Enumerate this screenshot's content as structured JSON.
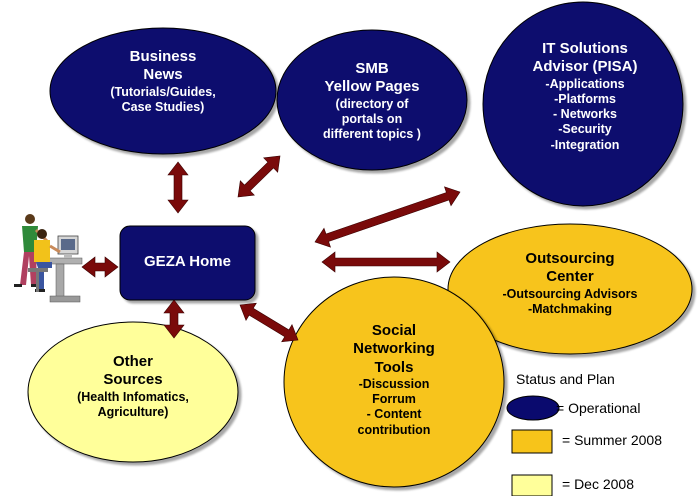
{
  "colors": {
    "operational": "#0a0a6e",
    "summer_2008": "#f7c41a",
    "dec_2008": "#ffff9a",
    "arrow": "#7a0a0a",
    "home": "#0a0a6e"
  },
  "nodes": {
    "home": {
      "label": "GEZA Home",
      "status": "operational"
    },
    "business_news": {
      "title": [
        "Business",
        "News"
      ],
      "details": [
        "(Tutorials/Guides,",
        "Case Studies)"
      ],
      "status": "operational"
    },
    "smb_yellow_pages": {
      "title": [
        "SMB",
        "Yellow Pages"
      ],
      "details": [
        "(directory of",
        "portals on",
        "different topics )"
      ],
      "status": "operational"
    },
    "it_solutions": {
      "title": [
        "IT Solutions",
        "Advisor (PISA)"
      ],
      "details": [
        "-Applications",
        "-Platforms",
        "- Networks",
        "-Security",
        "-Integration"
      ],
      "status": "operational"
    },
    "outsourcing": {
      "title": [
        "Outsourcing",
        "Center"
      ],
      "details": [
        "-Outsourcing Advisors",
        "-Matchmaking"
      ],
      "status": "summer_2008"
    },
    "social_networking": {
      "title": [
        "Social",
        "Networking",
        "Tools"
      ],
      "details": [
        "-Discussion",
        "Forrum",
        "- Content",
        "contribution"
      ],
      "status": "summer_2008"
    },
    "other_sources": {
      "title": [
        "Other",
        "Sources"
      ],
      "details": [
        "(Health Infomatics,",
        "Agriculture)"
      ],
      "status": "dec_2008"
    }
  },
  "person_icon": "computer-user-illustration",
  "legend": {
    "title": "Status and Plan",
    "items": [
      {
        "label": "= Operational",
        "status": "operational"
      },
      {
        "label": "= Summer 2008",
        "status": "summer_2008"
      },
      {
        "label": "= Dec 2008",
        "status": "dec_2008"
      }
    ]
  }
}
